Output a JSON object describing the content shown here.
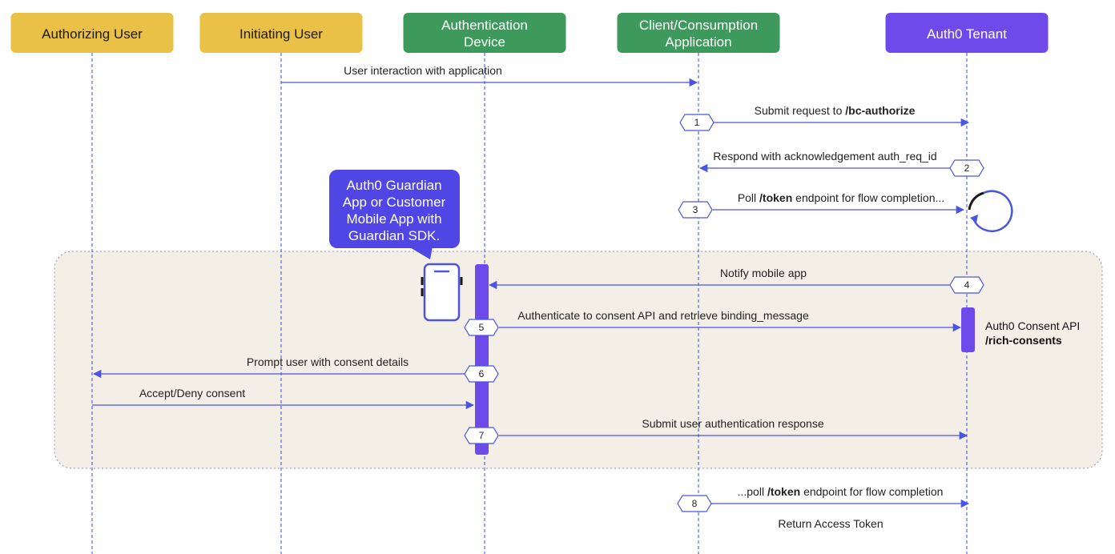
{
  "actors": [
    {
      "lines": [
        "Authorizing User"
      ],
      "color": "#E9C146",
      "text_color": "#1a1a1a"
    },
    {
      "lines": [
        "Initiating User"
      ],
      "color": "#E9C146",
      "text_color": "#1a1a1a"
    },
    {
      "lines": [
        "Authentication",
        "Device"
      ],
      "color": "#3D9A5C",
      "text_color": "#ffffff"
    },
    {
      "lines": [
        "Client/Consumption",
        "Application"
      ],
      "color": "#3D9A5C",
      "text_color": "#ffffff"
    },
    {
      "lines": [
        "Auth0 Tenant"
      ],
      "color": "#6E4AEB",
      "text_color": "#ffffff"
    }
  ],
  "messages": [
    {
      "num": "",
      "parts": [
        {
          "t": "User interaction with application",
          "b": false
        }
      ]
    },
    {
      "num": "1",
      "parts": [
        {
          "t": "Submit request to ",
          "b": false
        },
        {
          "t": "/bc-authorize",
          "b": true
        }
      ]
    },
    {
      "num": "2",
      "parts": [
        {
          "t": "Respond with acknowledgement auth_req_id",
          "b": false
        }
      ]
    },
    {
      "num": "3",
      "parts": [
        {
          "t": "Poll ",
          "b": false
        },
        {
          "t": "/token",
          "b": true
        },
        {
          "t": " endpoint for flow completion...",
          "b": false
        }
      ]
    },
    {
      "num": "4",
      "parts": [
        {
          "t": "Notify mobile app",
          "b": false
        }
      ]
    },
    {
      "num": "5",
      "parts": [
        {
          "t": "Authenticate to consent API and retrieve binding_message",
          "b": false
        }
      ]
    },
    {
      "num": "6",
      "parts": [
        {
          "t": "Prompt user with consent details",
          "b": false
        }
      ]
    },
    {
      "num": "",
      "parts": [
        {
          "t": "Accept/Deny consent",
          "b": false
        }
      ]
    },
    {
      "num": "7",
      "parts": [
        {
          "t": "Submit user authentication response",
          "b": false
        }
      ]
    },
    {
      "num": "8",
      "parts": [
        {
          "t": "...poll ",
          "b": false
        },
        {
          "t": "/token",
          "b": true
        },
        {
          "t": " endpoint for flow completion",
          "b": false
        }
      ]
    },
    {
      "num": "",
      "parts": [
        {
          "t": "Return Access Token",
          "b": false
        }
      ]
    }
  ],
  "callout": {
    "lines": [
      "Auth0 Guardian",
      "App or Customer",
      "Mobile App with",
      "Guardian SDK."
    ]
  },
  "consent_api": {
    "line1": "Auth0 Consent API",
    "line2": "/rich-consents"
  },
  "colors": {
    "arrow": "#4A55E0",
    "lifeline": "#3A4AE8",
    "activation": "#6E4AEB",
    "region_fill": "#F4EFE6",
    "region_border": "#8A93A8",
    "callout": "#4F46E5",
    "phone": "#4A55E0",
    "refresh": "#4A55E0"
  },
  "icons": [
    "mobile-phone-icon",
    "refresh-icon"
  ]
}
